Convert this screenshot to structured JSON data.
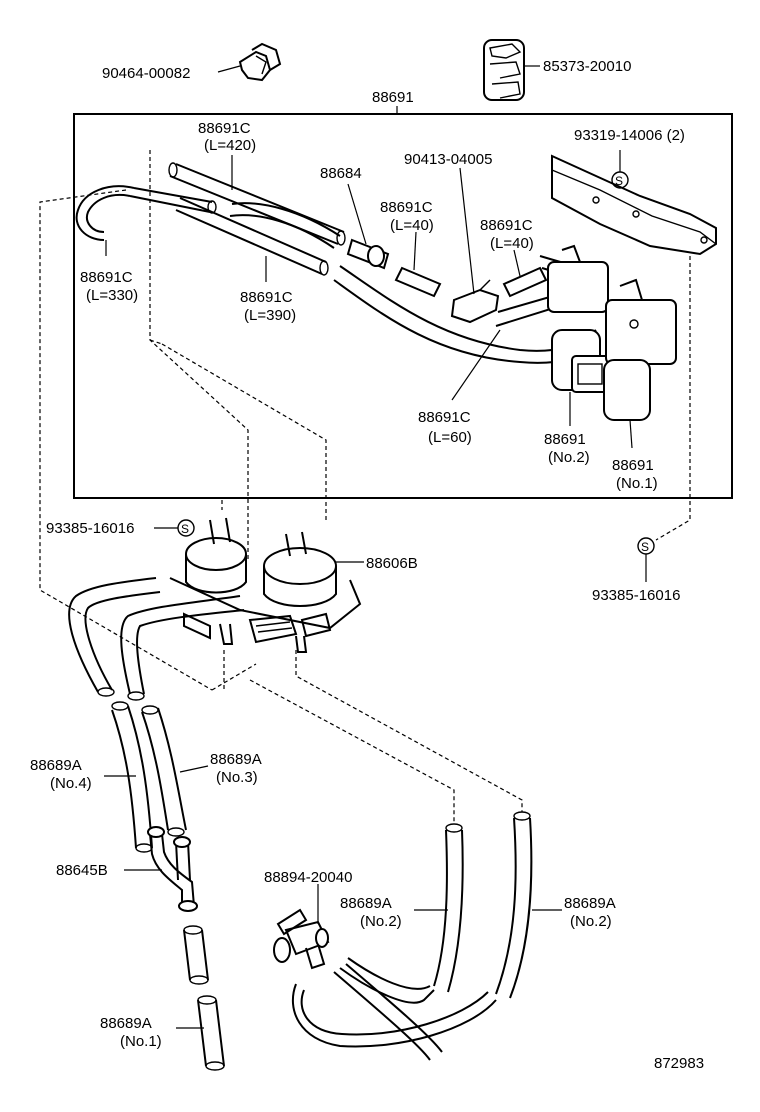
{
  "diagram_number": "872983",
  "assembly_label": "88691",
  "labels": {
    "clip_top": "90464-00082",
    "clamp_top": "85373-20010",
    "bolt_bracket": "93319-14006 (2)",
    "hose_420": {
      "part": "88691C",
      "len": "(L=420)"
    },
    "joint": "88684",
    "union": "90413-04005",
    "hose_40a": {
      "part": "88691C",
      "len": "(L=40)"
    },
    "hose_40b": {
      "part": "88691C",
      "len": "(L=40)"
    },
    "hose_330": {
      "part": "88691C",
      "len": "(L=330)"
    },
    "hose_390": {
      "part": "88691C",
      "len": "(L=390)"
    },
    "hose_60": {
      "part": "88691C",
      "len": "(L=60)"
    },
    "vsv_no2": {
      "part": "88691",
      "sub": "(No.2)"
    },
    "vsv_no1": {
      "part": "88691",
      "sub": "(No.1)"
    },
    "bolt_left": "93385-16016",
    "bolt_right": "93385-16016",
    "valve": "88606B",
    "hose_no4": {
      "part": "88689A",
      "sub": "(No.4)"
    },
    "hose_no3": {
      "part": "88689A",
      "sub": "(No.3)"
    },
    "tee_pipe": "88645B",
    "joint_88894": "88894-20040",
    "hose_no2a": {
      "part": "88689A",
      "sub": "(No.2)"
    },
    "hose_no2b": {
      "part": "88689A",
      "sub": "(No.2)"
    },
    "hose_no1": {
      "part": "88689A",
      "sub": "(No.1)"
    }
  },
  "bolt_symbol": "S"
}
